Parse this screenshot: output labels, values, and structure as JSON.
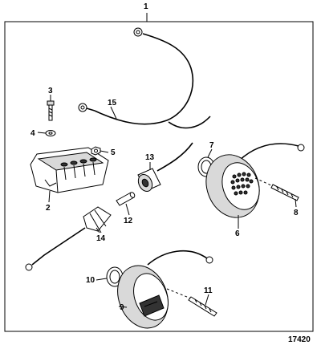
{
  "diagram": {
    "figure_number": "17420",
    "callouts": [
      "1",
      "2",
      "3",
      "4",
      "5",
      "6",
      "7",
      "8",
      "9",
      "10",
      "11",
      "12",
      "13",
      "14",
      "15"
    ]
  }
}
